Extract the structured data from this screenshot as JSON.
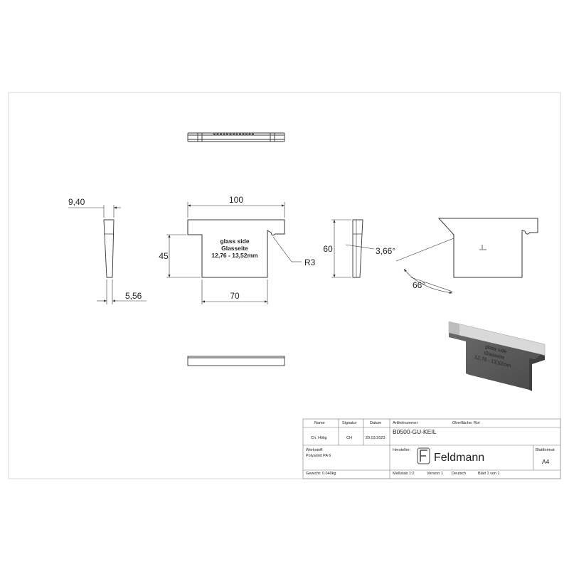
{
  "dimensions": {
    "top_thickness": "9,40",
    "bottom_thickness": "5,56",
    "width": "100",
    "height": "45",
    "inner_width": "70",
    "radius": "R3",
    "side_height": "60",
    "wedge_angle": "3,66°",
    "rotation_angle": "66°"
  },
  "part_label": {
    "line1": "glass side",
    "line2": "Glasseite",
    "line3": "12,76 - 13,52mm"
  },
  "render_label": {
    "line1": "glass side",
    "line2": "Glasseite",
    "line3": "12,76 - 13,52mm"
  },
  "title_block": {
    "name_header": "Name",
    "signature_header": "Signatur",
    "date_header": "Datum",
    "article_header": "Artikelnummer",
    "surface_label": "Oberfläche: Rot",
    "name": "Ch. Hölig",
    "signature": "CH",
    "date": "29.03.2023",
    "article_number": "B0500-GU-KEIL",
    "material_header": "Werkstoff:",
    "material": "Polyamid PA 6",
    "manufacturer_header": "Hersteller:",
    "company": "Feldmann",
    "sheet_format_header": "Blattformat",
    "sheet_format": "A4",
    "weight": "Gewicht: 0.040kg",
    "scale": "Maßstab 1:2",
    "version": "Version 1",
    "language": "Deutsch",
    "sheet": "Blatt 1 von 1"
  },
  "colors": {
    "line": "#333333",
    "render_dark": "#5a5a5a",
    "render_light": "#d9d9d9"
  }
}
